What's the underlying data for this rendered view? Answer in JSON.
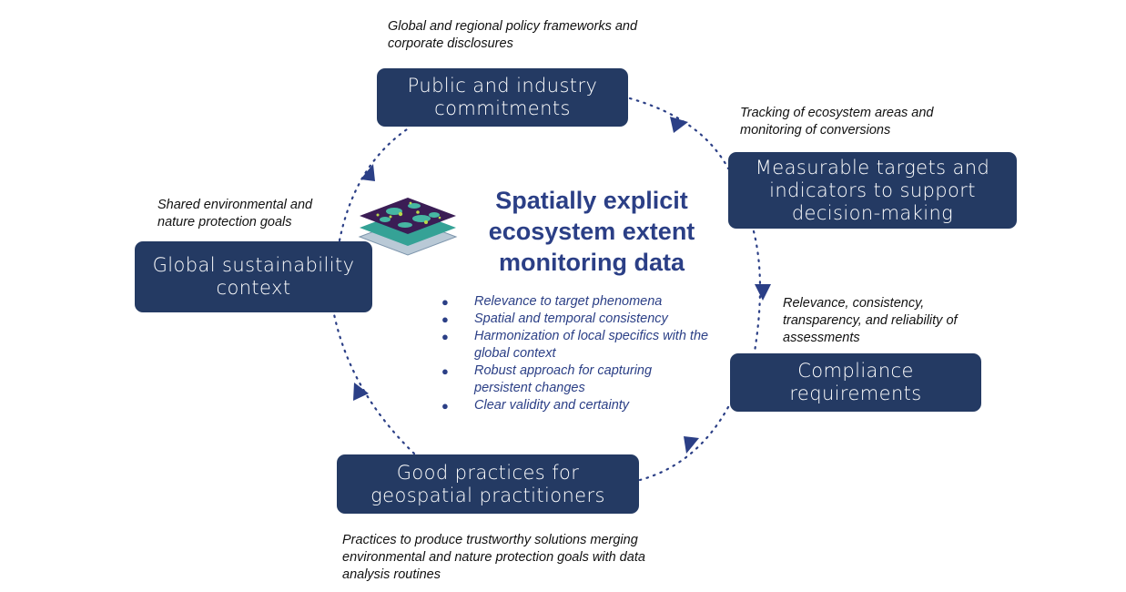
{
  "nodes": {
    "commitments": "Public and industry commitments",
    "targets": "Measurable targets and indicators to support decision-making",
    "compliance": "Compliance requirements",
    "practices": "Good practices for geospatial practitioners",
    "context": "Global sustainability context"
  },
  "notes": {
    "policy": "Global and regional policy frameworks and corporate disclosures",
    "tracking": "Tracking of ecosystem areas and monitoring of conversions",
    "relevance": "Relevance, consistency, transparency, and reliability of assessments",
    "trustworthy": "Practices to produce trustworthy solutions merging environmental and nature protection goals with data analysis routines",
    "shared": "Shared environmental and nature protection goals"
  },
  "center": {
    "title": "Spatially explicit ecosystem extent monitoring data",
    "bullets": [
      "Relevance to target phenomena",
      "Spatial and temporal consistency",
      "Harmonization of local specifics with the global context",
      "Robust approach for capturing persistent changes",
      "Clear validity and certainty"
    ]
  },
  "colors": {
    "box": "#243a63",
    "accent": "#2b3f86",
    "map_teal": "#3ea89a",
    "map_purple": "#3b1d55",
    "map_lime": "#b9d94a"
  },
  "icons": {
    "center": "layered-map-icon",
    "arrows": "dotted-arrow"
  }
}
